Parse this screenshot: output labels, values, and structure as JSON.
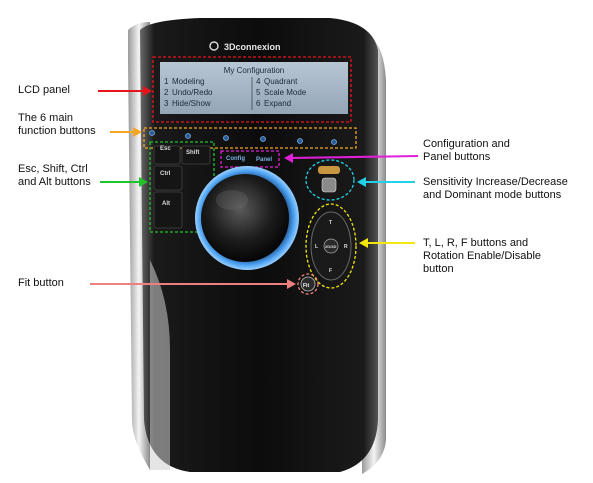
{
  "device": {
    "brand": "3Dconnexion",
    "lcd": {
      "title": "My Configuration",
      "items": [
        {
          "num": "1",
          "label": "Modeling"
        },
        {
          "num": "2",
          "label": "Undo/Redo"
        },
        {
          "num": "3",
          "label": "Hide/Show"
        },
        {
          "num": "4",
          "label": "Quadrant"
        },
        {
          "num": "5",
          "label": "Scale Mode"
        },
        {
          "num": "6",
          "label": "Expand"
        }
      ]
    },
    "buttons": {
      "esc": "Esc",
      "shift": "Shift",
      "ctrl": "Ctrl",
      "alt": "Alt",
      "config": "Config",
      "panel": "Panel",
      "t": "T",
      "l": "L",
      "r": "R",
      "f": "F",
      "rotation": "2D/3D",
      "fit": "Fit"
    }
  },
  "callouts": {
    "lcd_panel": {
      "text": "LCD panel",
      "color": "#e8141c"
    },
    "function_buttons": {
      "line1": "The 6 main",
      "line2": "function buttons",
      "color": "#f5a623"
    },
    "modifier_buttons": {
      "line1": "Esc, Shift, Ctrl",
      "line2": "and Alt buttons",
      "color": "#22c22a"
    },
    "fit_button": {
      "text": "Fit button",
      "color": "#f08080"
    },
    "config_panel": {
      "line1": "Configuration and",
      "line2": "Panel buttons",
      "color": "#e020d8"
    },
    "sensitivity": {
      "line1": "Sensitivity Increase/Decrease",
      "line2": "and Dominant mode buttons",
      "color": "#22d0e8"
    },
    "tlrf": {
      "line1": "T, L, R, F buttons and",
      "line2": "Rotation Enable/Disable",
      "line3": "button",
      "color": "#f2e60c"
    }
  }
}
